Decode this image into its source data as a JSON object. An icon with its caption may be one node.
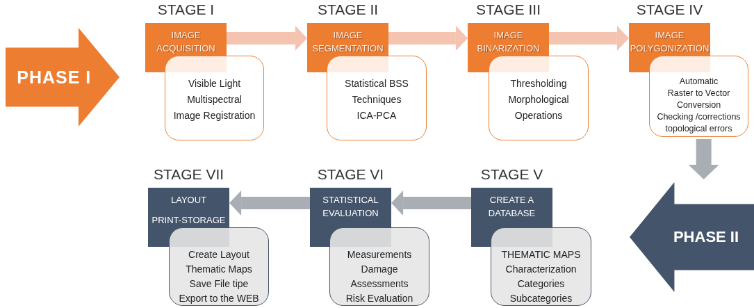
{
  "diagram": {
    "nodes": [
      {
        "text": [
          "PHASE I"
        ]
      },
      {
        "text": [
          "STAGE I",
          "IMAGE ACQUISITION"
        ]
      },
      {
        "text": [
          "Visible Light",
          "Multispectral",
          "Image Registration"
        ]
      },
      {
        "text": [
          "STAGE II",
          "IMAGE SEGMENTATION"
        ]
      },
      {
        "text": [
          "Statistical BSS Techniques",
          "ICA-PCA"
        ]
      },
      {
        "text": [
          "STAGE III",
          "IMAGE BINARIZATION"
        ]
      },
      {
        "text": [
          "Thresholding",
          "Morphological Operations"
        ]
      },
      {
        "text": [
          "STAGE IV",
          "IMAGE POLYGONIZATION"
        ]
      },
      {
        "text": [
          "Automatic",
          "Raster to Vector Conversion",
          "Checking /corrections topological errors"
        ]
      },
      {
        "text": [
          "STAGE V",
          "CREATE A DATABASE"
        ]
      },
      {
        "text": [
          "THEMATIC MAPS",
          "Characterization",
          "Categories",
          "Subcategories"
        ]
      },
      {
        "text": [
          "STAGE VI",
          "STATISTICAL EVALUATION"
        ]
      },
      {
        "text": [
          "Measurements",
          "Damage Assessments",
          "Risk Evaluation"
        ]
      },
      {
        "text": [
          "STAGE VII",
          "LAYOUT",
          "PRINT-STORAGE"
        ]
      },
      {
        "text": [
          "Create Layout",
          "Thematic Maps",
          "Save File tipe",
          "Export to the WEB"
        ]
      },
      {
        "text": [
          "PHASE II"
        ]
      }
    ],
    "edges": [
      {
        "from": 1,
        "to": 3,
        "arrow": "to",
        "color": "#f5c4b0"
      },
      {
        "from": 3,
        "to": 5,
        "arrow": "to",
        "color": "#f5c4b0"
      },
      {
        "from": 5,
        "to": 7,
        "arrow": "to",
        "color": "#f5c4b0"
      },
      {
        "from": 8,
        "to": 15,
        "arrow": "to",
        "color": "#a9adb4"
      },
      {
        "from": 9,
        "to": 11,
        "arrow": "to",
        "color": "#a9adb4"
      },
      {
        "from": 11,
        "to": 13,
        "arrow": "to",
        "color": "#a9adb4"
      }
    ]
  }
}
